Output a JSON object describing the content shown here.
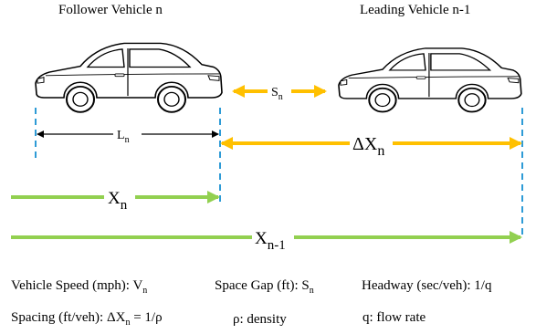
{
  "vehicles": {
    "follower_title": "Follower Vehicle n",
    "leader_title": "Leading Vehicle n-1"
  },
  "measures": {
    "length": {
      "main": "L",
      "sub": "n"
    },
    "space_gap": {
      "main": "S",
      "sub": "n"
    },
    "spacing": {
      "main": "ΔX",
      "sub": "n"
    },
    "position_follower": {
      "main": "X",
      "sub": "n"
    },
    "position_leader": {
      "main": "X",
      "sub": "n-1"
    }
  },
  "legend": {
    "speed": {
      "text": "Vehicle Speed (mph): V",
      "sub": "n"
    },
    "space_gap": {
      "text": "Space Gap (ft): S",
      "sub": "n"
    },
    "headway": {
      "text": "Headway (sec/veh): 1/q"
    },
    "spacing": {
      "text": "Spacing (ft/veh): ΔX",
      "sub": "n",
      "tail": " = 1/ρ"
    },
    "density": {
      "text": "ρ: density"
    },
    "flow": {
      "text": "q: flow rate"
    }
  },
  "colors": {
    "yellow_arrow": "#ffc000",
    "green_arrow": "#92d050",
    "dashed_marker": "#2e9bd6",
    "black_line": "#000000"
  },
  "icons": [
    "car-icon",
    "car-icon"
  ]
}
